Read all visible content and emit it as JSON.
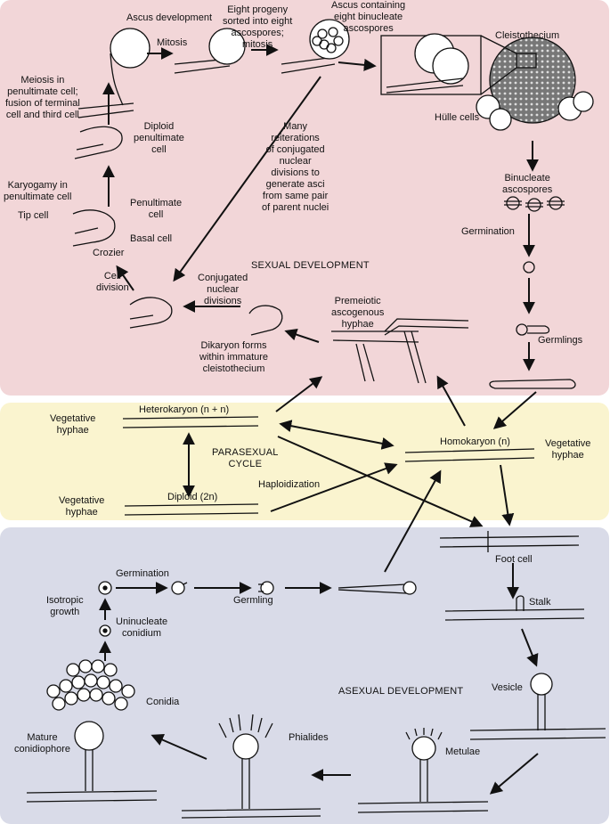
{
  "sections": {
    "sexual": "SEXUAL DEVELOPMENT",
    "parasexual": "PARASEXUAL\nCYCLE",
    "asexual": "ASEXUAL DEVELOPMENT"
  },
  "sexual": {
    "ascus_development": "Ascus development",
    "mitosis": "Mitosis",
    "eight_progeny": "Eight progeny\nsorted into eight\nascospores;\nmitosis",
    "ascus_binucleate": "Ascus containing\neight binucleate\nascospores",
    "cleistothecium": "Cleistothecium",
    "hulle_cells": "Hülle cells",
    "meiosis": "Meiosis in\npenultimate cell;\nfusion of terminal\ncell and third cell",
    "diploid_penultimate": "Diploid\npenultimate\ncell",
    "many_reiterations": "Many\nreiterations\nof conjugated\nnuclear\ndivisions to\ngenerate asci\nfrom same pair\nof parent nuclei",
    "binucleate_ascospores": "Binucleate\nascospores",
    "karyogamy": "Karyogamy in\npenultimate cell",
    "penultimate_cell": "Penultimate\ncell",
    "tip_cell": "Tip cell",
    "basal_cell": "Basal cell",
    "crozier": "Crozier",
    "germination": "Germination",
    "cell_division": "Cell\ndivision",
    "conjugated_divisions": "Conjugated\nnuclear\ndivisions",
    "premeiotic": "Premeiotic\nascogenous\nhyphae",
    "germlings": "Germlings",
    "dikaryon": "Dikaryon forms\nwithin immature\ncleistothecium"
  },
  "parasexual": {
    "vegetative_hyphae_1": "Vegetative\nhyphae",
    "heterokaryon": "Heterokaryon (n + n)",
    "homokaryon": "Homokaryon (n)",
    "vegetative_hyphae_2": "Vegetative\nhyphae",
    "haploidization": "Haploidization",
    "vegetative_hyphae_3": "Vegetative\nhyphae",
    "diploid": "Diploid (2n)"
  },
  "asexual": {
    "foot_cell": "Foot cell",
    "germination": "Germination",
    "isotropic_growth": "Isotropic\ngrowth",
    "germling": "Germling",
    "uninucleate_conidium": "Uninucleate\nconidium",
    "stalk": "Stalk",
    "conidia": "Conidia",
    "vesicle": "Vesicle",
    "mature_conidiophore": "Mature\nconidiophore",
    "phialides": "Phialides",
    "metulae": "Metulae"
  },
  "colors": {
    "sexual_bg": "#f2d6d8",
    "parasexual_bg": "#faf4cf",
    "asexual_bg": "#d9dbe8"
  }
}
